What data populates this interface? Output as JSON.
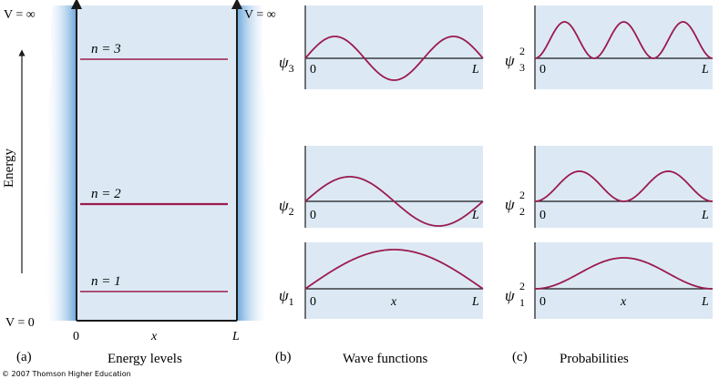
{
  "figure": {
    "copyright": "© 2007 Thomson Higher Education",
    "colors": {
      "panel_bg": "#dce9f4",
      "wall_blue": "#7fb2e0",
      "curve": "#9b1b4f",
      "axis": "#1a1a1a"
    }
  },
  "panel_a": {
    "marker": "(a)",
    "caption": "Energy levels",
    "y_axis_label": "Energy",
    "potential_top_left": "V = ∞",
    "potential_top_right": "V = ∞",
    "potential_bottom": "V = 0",
    "x_start": "0",
    "x_var": "x",
    "x_end": "L",
    "levels": [
      {
        "n": 1,
        "label": "n = 1"
      },
      {
        "n": 2,
        "label": "n = 2"
      },
      {
        "n": 3,
        "label": "n = 3"
      }
    ]
  },
  "panel_b": {
    "marker": "(b)",
    "caption": "Wave functions",
    "plots": [
      {
        "n": 3,
        "label_main": "ψ",
        "label_sub": "3",
        "x_start": "0",
        "x_end": "L",
        "x_var": ""
      },
      {
        "n": 2,
        "label_main": "ψ",
        "label_sub": "2",
        "x_start": "0",
        "x_end": "L",
        "x_var": ""
      },
      {
        "n": 1,
        "label_main": "ψ",
        "label_sub": "1",
        "x_start": "0",
        "x_end": "L",
        "x_var": "x"
      }
    ]
  },
  "panel_c": {
    "marker": "(c)",
    "caption": "Probabilities",
    "plots": [
      {
        "n": 3,
        "label_main": "ψ",
        "label_sup": "2",
        "label_sub": "3",
        "x_start": "0",
        "x_end": "L",
        "x_var": ""
      },
      {
        "n": 2,
        "label_main": "ψ",
        "label_sup": "2",
        "label_sub": "2",
        "x_start": "0",
        "x_end": "L",
        "x_var": ""
      },
      {
        "n": 1,
        "label_main": "ψ",
        "label_sup": "2",
        "label_sub": "1",
        "x_start": "0",
        "x_end": "L",
        "x_var": "x"
      }
    ]
  }
}
